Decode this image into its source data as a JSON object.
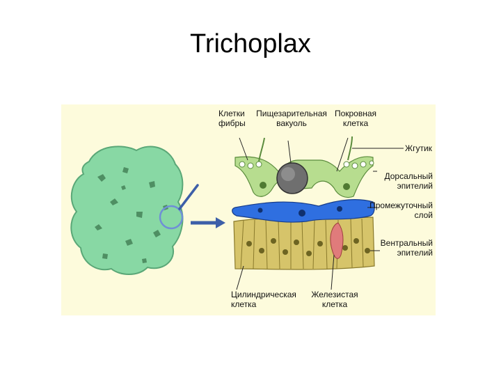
{
  "title": "Trichoplax",
  "labels": {
    "fiber_cells": "Клетки\nфибры",
    "digestive_vacuole": "Пищезарительная\nвакуоль",
    "cover_cell": "Покровная\nклетка",
    "flagellum": "Жгутик",
    "dorsal_epithelium": "Дорсальный\nэпителий",
    "intermediate_layer": "Промежуточный\nслой",
    "ventral_epithelium": "Вентральный\nэпителий",
    "cylindrical_cell": "Цилиндрическая\nклетка",
    "glandular_cell": "Железистая\nклетка"
  },
  "colors": {
    "panel_bg": "#fdfbdc",
    "organism_green": "#88d8a4",
    "dorsal_green": "#b7dd8f",
    "intermediate_blue": "#2f6fe0",
    "ventral_yellow": "#d6c46a",
    "gland_red": "#e07b7b",
    "arrow_blue": "#3d5fa8"
  }
}
